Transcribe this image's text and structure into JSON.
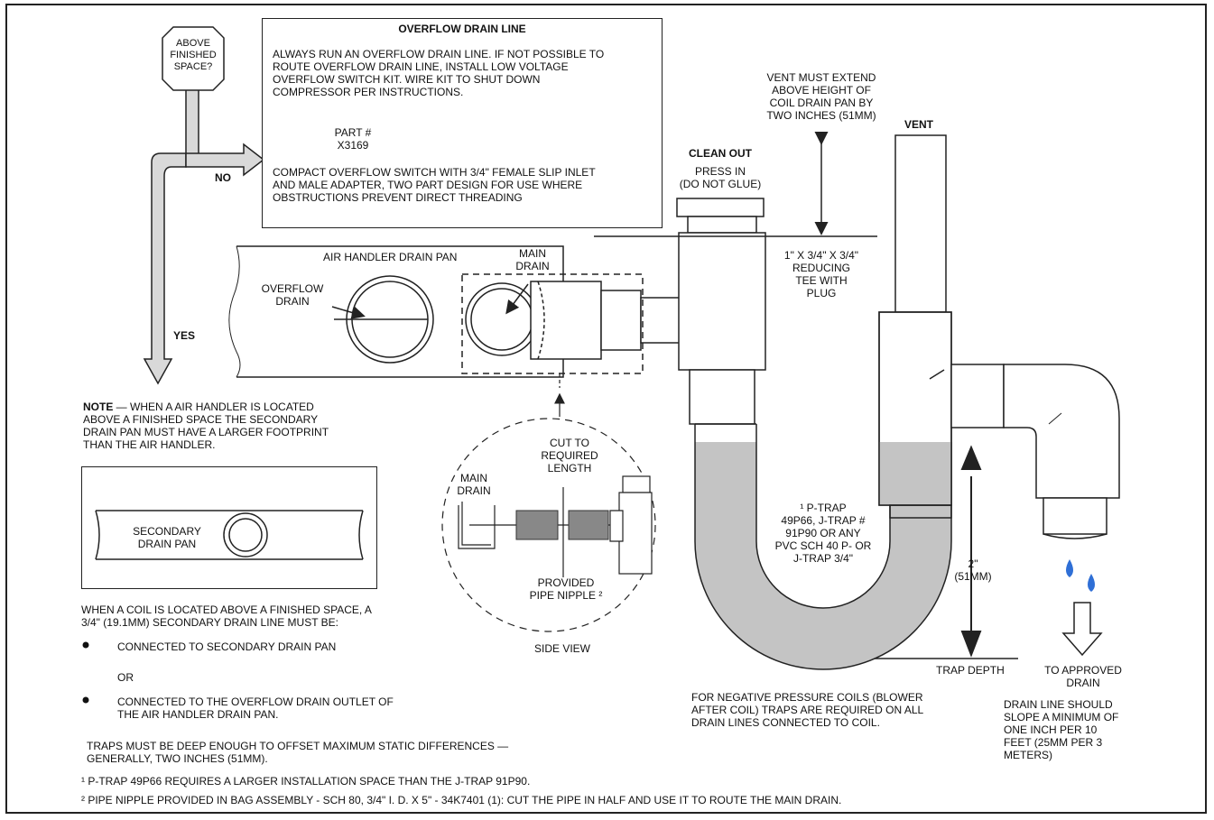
{
  "flow": {
    "question": "ABOVE\nFINISHED\nSPACE?",
    "no_label": "NO",
    "yes_label": "YES"
  },
  "overflow_box": {
    "title": "OVERFLOW DRAIN LINE",
    "intro": "ALWAYS RUN AN OVERFLOW DRAIN LINE.  IF NOT POSSIBLE TO\nROUTE OVERFLOW DRAIN LINE, INSTALL LOW VOLTAGE\nOVERFLOW SWITCH KIT.  WIRE KIT TO SHUT DOWN\nCOMPRESSOR PER INSTRUCTIONS.",
    "part_label": "PART #\nX3169",
    "switch_desc": "COMPACT OVERFLOW SWITCH WITH 3/4\" FEMALE SLIP INLET\nAND MALE ADAPTER, TWO PART DESIGN FOR USE WHERE\nOBSTRUCTIONS PREVENT DIRECT THREADING"
  },
  "pan": {
    "title": "AIR HANDLER DRAIN PAN",
    "overflow_drain": "OVERFLOW\nDRAIN",
    "main_drain": "MAIN\nDRAIN"
  },
  "vent_note": "VENT MUST EXTEND\nABOVE HEIGHT OF\nCOIL DRAIN PAN BY\nTWO INCHES (51MM)",
  "vent_label": "VENT",
  "clean_out": {
    "title": "CLEAN OUT",
    "sub": "PRESS IN\n(DO NOT GLUE)"
  },
  "tee_label": "1\" X 3/4\" X 3/4\"\nREDUCING\nTEE WITH\nPLUG",
  "trap_label": "¹ P-TRAP\n49P66, J-TRAP #\n91P90 OR ANY\nPVC SCH 40 P- OR\nJ-TRAP 3/4\"",
  "trap_dim": "2\"\n(51MM)",
  "trap_depth": "TRAP DEPTH",
  "to_drain": "TO APPROVED\nDRAIN",
  "slope_note": "DRAIN LINE SHOULD\nSLOPE A MINIMUM OF\nONE INCH PER 10\nFEET (25MM PER 3\nMETERS)",
  "negative_note": "FOR NEGATIVE PRESSURE COILS (BLOWER\nAFTER COIL) TRAPS ARE REQUIRED ON ALL\nDRAIN LINES CONNECTED TO COIL.",
  "side_view": {
    "cut": "CUT TO\nREQUIRED\nLENGTH",
    "main_drain": "MAIN\nDRAIN",
    "nipple": "PROVIDED\nPIPE NIPPLE ²",
    "caption": "SIDE VIEW"
  },
  "note": {
    "lead": "NOTE",
    "text": " — WHEN A AIR HANDLER IS LOCATED\nABOVE A FINISHED SPACE THE SECONDARY\nDRAIN PAN MUST HAVE A LARGER FOOTPRINT\nTHAN THE AIR HANDLER."
  },
  "secondary_pan": "SECONDARY\nDRAIN PAN",
  "coil_note": "WHEN A COIL IS LOCATED ABOVE A FINISHED SPACE,  A\n3/4\" (19.1MM) SECONDARY DRAIN LINE MUST BE:",
  "bullet1": "CONNECTED TO SECONDARY DRAIN PAN",
  "or": "OR",
  "bullet2": "CONNECTED TO THE OVERFLOW DRAIN OUTLET OF\nTHE AIR HANDLER DRAIN PAN.",
  "traps_note": "TRAPS MUST BE DEEP ENOUGH TO OFFSET MAXIMUM STATIC DIFFERENCES —\nGENERALLY, TWO INCHES (51MM).",
  "footnote1": "¹ P-TRAP 49P66 REQUIRES A LARGER INSTALLATION SPACE THAN THE J-TRAP 91P90.",
  "footnote2": "² PIPE NIPPLE PROVIDED IN BAG ASSEMBLY - SCH 80, 3/4\" I. D. X 5\" - 34K7401 (1): CUT THE PIPE IN HALF AND USE IT TO ROUTE THE  MAIN DRAIN.",
  "colors": {
    "line": "#222222",
    "water": "#c4c4c4",
    "drop": "#2f6fd6",
    "arrow_fill": "#d9d9d9"
  }
}
